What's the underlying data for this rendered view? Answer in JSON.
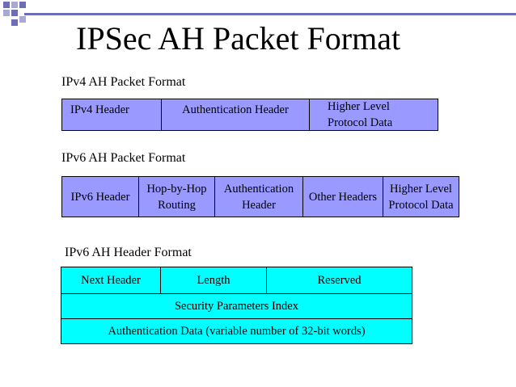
{
  "title": "IPSec AH Packet Format",
  "ipv4": {
    "heading": "IPv4 AH Packet Format",
    "fields": [
      "IPv4 Header",
      "Authentication Header",
      "Higher Level\nProtocol Data"
    ]
  },
  "ipv6": {
    "heading": "IPv6 AH Packet Format",
    "fields": [
      "IPv6 Header",
      "Hop-by-Hop\nRouting",
      "Authentication\nHeader",
      "Other Headers",
      "Higher Level\nProtocol Data"
    ]
  },
  "ah_header": {
    "heading": "IPv6 AH Header Format",
    "row1": [
      "Next Header",
      "Length",
      "Reserved"
    ],
    "row2": "Security Parameters Index",
    "row3": "Authentication Data (variable number of 32-bit words)"
  },
  "colors": {
    "packet_fill": "#9999ff",
    "header_fill": "#00ffff",
    "accent": "#6e6eb8"
  }
}
